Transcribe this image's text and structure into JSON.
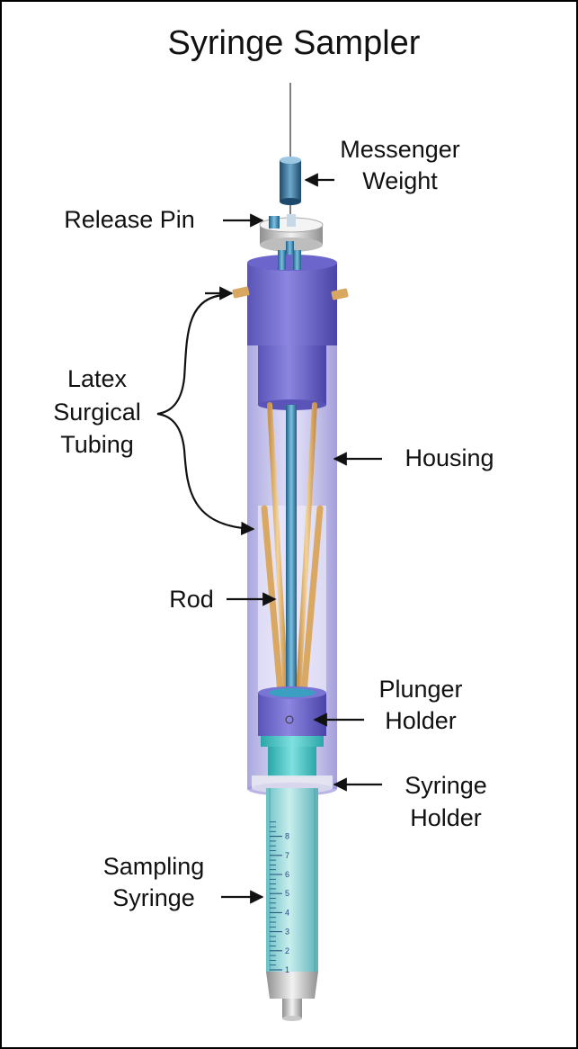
{
  "title": "Syringe Sampler",
  "labels": {
    "messenger_weight": [
      "Messenger",
      "Weight"
    ],
    "release_pin": "Release Pin",
    "latex_tubing": [
      "Latex",
      "Surgical",
      "Tubing"
    ],
    "housing": "Housing",
    "rod": "Rod",
    "plunger_holder": [
      "Plunger",
      "Holder"
    ],
    "syringe_holder": [
      "Syringe",
      "Holder"
    ],
    "sampling_syringe": [
      "Sampling",
      "Syringe"
    ]
  },
  "syringe_scale": [
    "1",
    "2",
    "3",
    "4",
    "5",
    "6",
    "7",
    "8"
  ],
  "colors": {
    "housing": "#8a85d8",
    "cap": "#5e58c4",
    "tubing": "#e0b678",
    "syringe": "#8fd6d6",
    "rod": "#3a7fa8"
  }
}
